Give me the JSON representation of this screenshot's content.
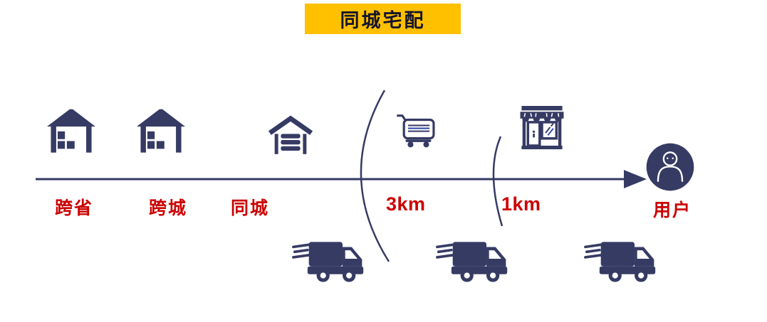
{
  "title": "同城宅配",
  "stages": [
    {
      "id": "cross-province",
      "label": "跨省",
      "icon": "warehouse"
    },
    {
      "id": "cross-city",
      "label": "跨城",
      "icon": "warehouse"
    },
    {
      "id": "same-city",
      "label": "同城",
      "icon": "garage-warehouse"
    },
    {
      "id": "front-warehouse-3km",
      "label": "3km",
      "icon": "shopping-cart"
    },
    {
      "id": "community-store-1km",
      "label": "1km",
      "icon": "storefront"
    },
    {
      "id": "end-user",
      "label": "用户",
      "icon": "user-avatar"
    }
  ],
  "vehicles": [
    {
      "id": "truck-same-city",
      "icon": "delivery-truck"
    },
    {
      "id": "truck-3km",
      "icon": "delivery-truck"
    },
    {
      "id": "truck-1km",
      "icon": "delivery-truck"
    }
  ],
  "colors": {
    "navy": "#363B64",
    "label_red": "#CC0000",
    "banner_yellow": "#FFC000",
    "accent_blue": "#2E44A8",
    "background": "#FFFFFF"
  }
}
